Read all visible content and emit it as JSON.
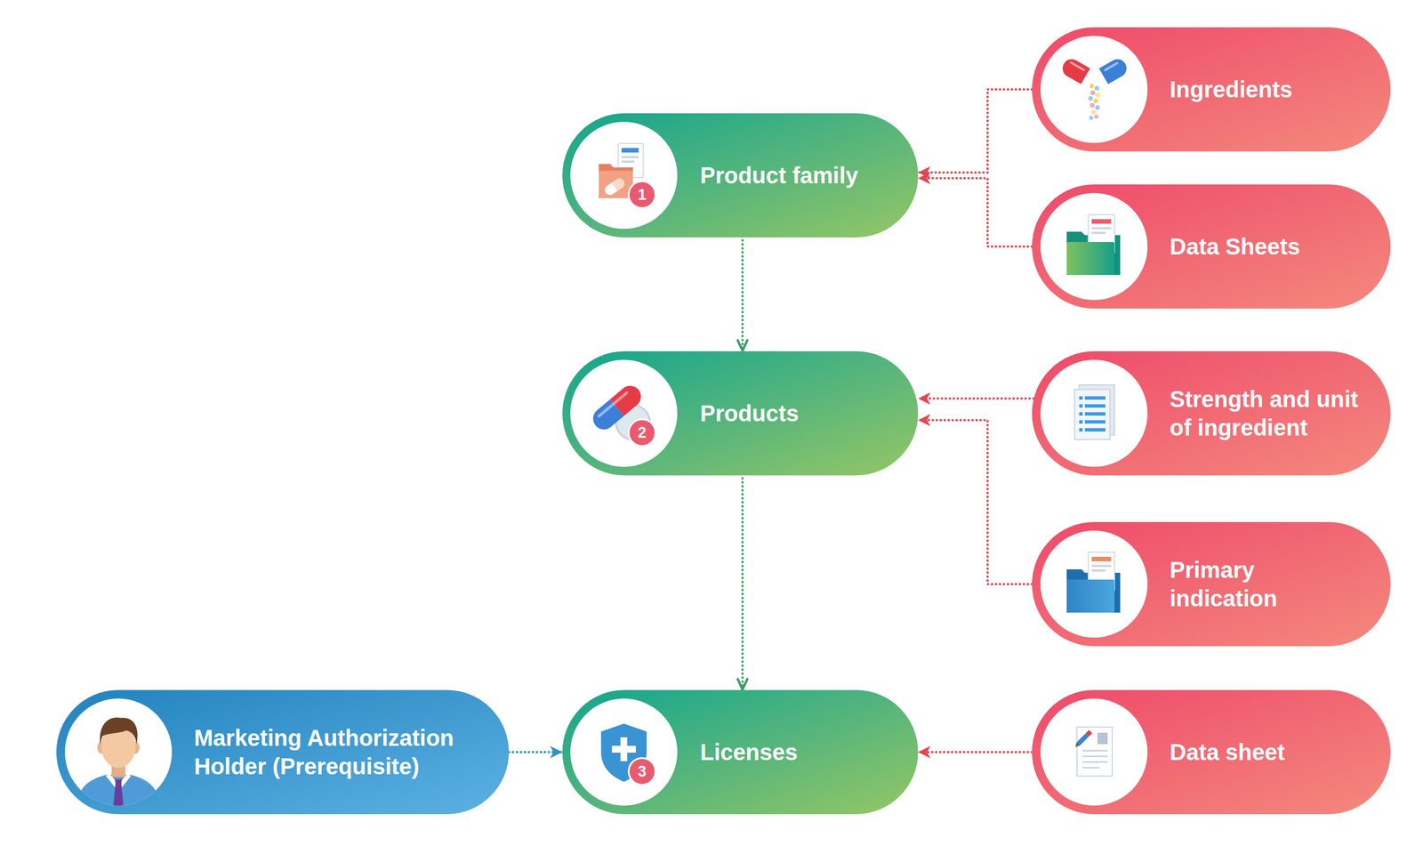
{
  "diagram": {
    "nodes": [
      {
        "text": [
          "Ingredients"
        ]
      },
      {
        "text": [
          "Product family"
        ]
      },
      {
        "text": [
          "Data Sheets"
        ]
      },
      {
        "text": [
          "Products"
        ]
      },
      {
        "text": [
          "Strength and unit of ingredient"
        ]
      },
      {
        "text": [
          "Primary indication"
        ]
      },
      {
        "text": [
          "Marketing Authorization Holder (Prerequisite)"
        ]
      },
      {
        "text": [
          "Licenses"
        ]
      },
      {
        "text": [
          "Data sheet"
        ]
      }
    ],
    "edges": [
      {
        "from": 0,
        "to": 1,
        "arrow": "to"
      },
      {
        "from": 2,
        "to": 1,
        "arrow": "to"
      },
      {
        "from": 1,
        "to": 3,
        "arrow": "to"
      },
      {
        "from": 4,
        "to": 3,
        "arrow": "to"
      },
      {
        "from": 5,
        "to": 3,
        "arrow": "to"
      },
      {
        "from": 3,
        "to": 7,
        "arrow": "to"
      },
      {
        "from": 6,
        "to": 7,
        "arrow": "to"
      },
      {
        "from": 8,
        "to": 7,
        "arrow": "to"
      }
    ],
    "labels": [
      "1",
      "2",
      "3"
    ]
  }
}
